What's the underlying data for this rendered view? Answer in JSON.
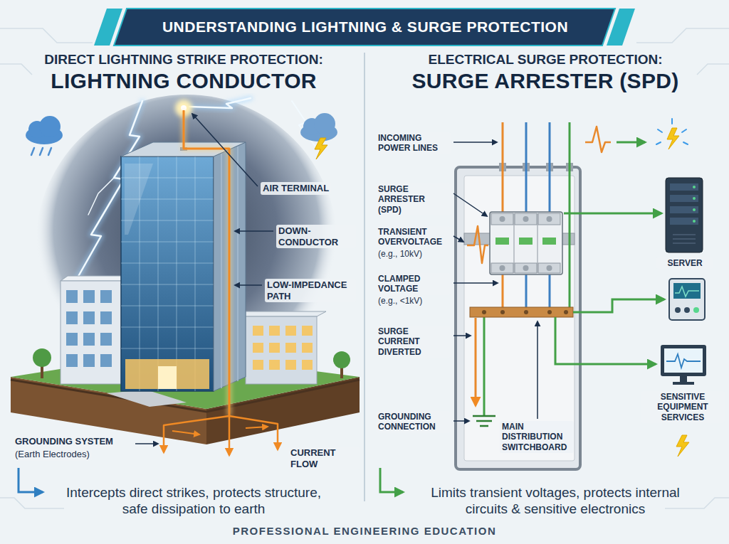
{
  "diagram": {
    "title": "UNDERSTANDING LIGHTNING & SURGE PROTECTION",
    "caption": "PROFESSIONAL ENGINEERING EDUCATION",
    "nodes": [
      {
        "text": [
          "DIRECT LIGHTNING STRIKE PROTECTION:",
          "LIGHTNING CONDUCTOR",
          "Intercepts direct strikes, protects structure, safe dissipation to earth"
        ]
      },
      {
        "text": [
          "ELECTRICAL SURGE PROTECTION:",
          "SURGE ARRESTER (SPD)",
          "Limits transient voltages, protects internal circuits & sensitive electronics"
        ]
      }
    ],
    "labels": [
      "AIR TERMINAL",
      "DOWN-CONDUCTOR",
      "LOW-IMPEDANCE PATH",
      "GROUNDING SYSTEM",
      "(Earth Electrodes)",
      "CURRENT FLOW",
      "INCOMING POWER LINES",
      "SURGE ARRESTER (SPD)",
      "TRANSIENT OVERVOLTAGE",
      "(e.g., 10kV)",
      "CLAMPED VOLTAGE",
      "(e.g., <1kV)",
      "SURGE CURRENT DIVERTED",
      "GROUNDING CONNECTION",
      "MAIN DISTRIBUTION SWITCHBOARD",
      "SERVER",
      "SENSITIVE EQUIPMENT SERVICES"
    ]
  }
}
